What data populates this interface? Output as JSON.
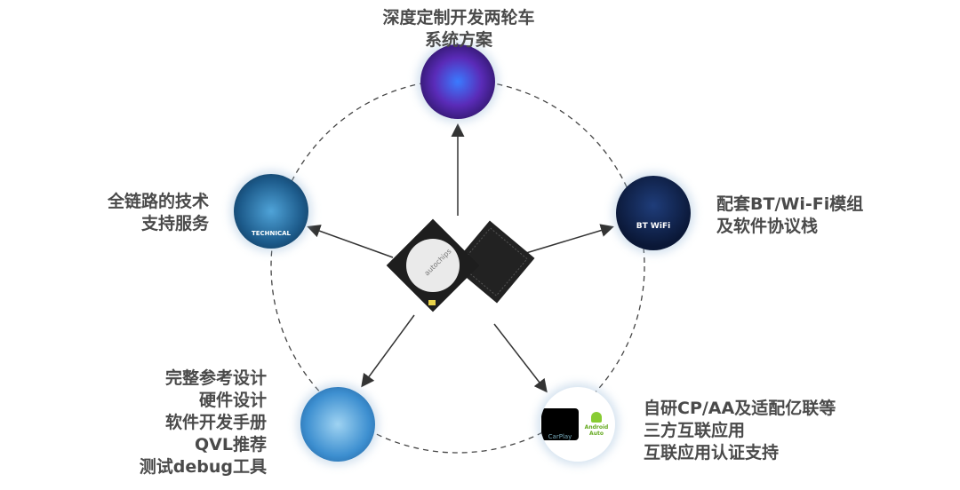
{
  "top": {
    "lines": [
      "深度定制开发两轮车",
      "系统方案"
    ]
  },
  "left": {
    "lines": [
      "全链路的技术",
      "支持服务"
    ],
    "icon_caption": "TECHNICAL"
  },
  "right": {
    "lines": [
      "配套BT/Wi-Fi模组",
      "及软件协议栈"
    ],
    "icon_caption": "BT WiFi"
  },
  "bottom_left": {
    "lines": [
      "完整参考设计",
      "硬件设计",
      "软件开发手册",
      "QVL推荐",
      "测试debug工具"
    ]
  },
  "bottom_right": {
    "lines": [
      "自研CP/AA及适配亿联等",
      "三方互联应用",
      "互联应用认证支持"
    ],
    "carplay": "CarPlay",
    "android_auto": "Android Auto"
  },
  "center": {
    "chip_brand": "autochips"
  }
}
